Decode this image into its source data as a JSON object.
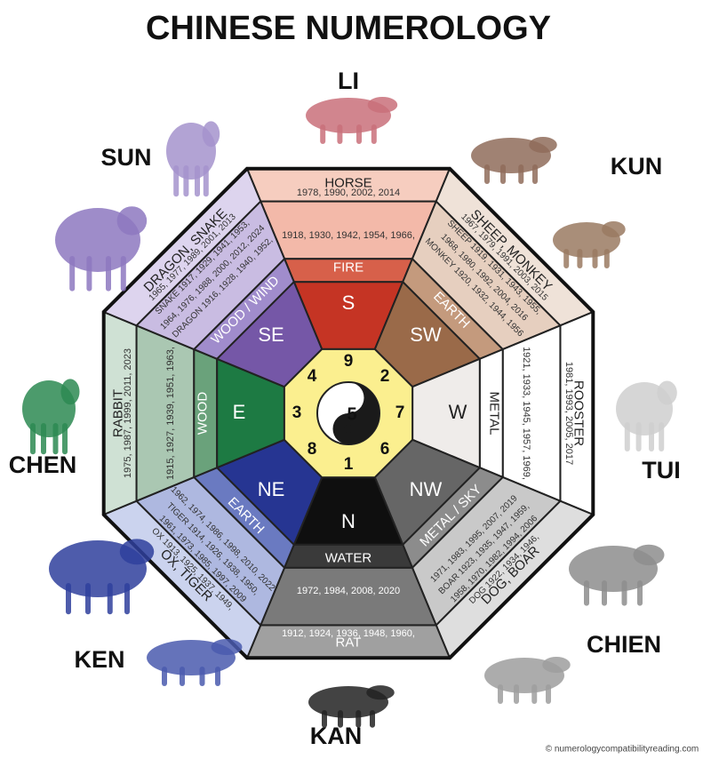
{
  "title": "CHINESE NUMEROLOGY",
  "credit": "© numerologycompatibilityreading.com",
  "trigram_labels": {
    "s": "LI",
    "sw": "KUN",
    "w": "TUI",
    "nw": "CHIEN",
    "n": "KAN",
    "ne": "KEN",
    "e": "CHEN",
    "se": "SUN"
  },
  "sectors": {
    "s": {
      "animal": "HORSE",
      "years": [
        "1918, 1930, 1942, 1954, 1966,",
        "1978, 1990, 2002, 2014"
      ],
      "element": "FIRE",
      "dir": "S"
    },
    "sw": {
      "animal": "SHEEP, MONKEY",
      "years": [
        "MONKEY 1920, 1932, 1944, 1956",
        "1968, 1980, 1992, 2004, 2016",
        "SHEEP 1919, 1931, 1943, 1955,",
        "1967, 1979, 1991, 2003, 2015"
      ],
      "element": "EARTH",
      "dir": "SW"
    },
    "w": {
      "animal": "ROOSTER",
      "years": [
        "1921, 1933, 1945, 1957, 1969,",
        "1981, 1993, 2005, 2017"
      ],
      "element": "METAL",
      "dir": "W"
    },
    "nw": {
      "animal": "DOG, BOAR",
      "years": [
        "DOG 1922, 1934, 1946,",
        "1958, 1970, 1982, 1994, 2006",
        "BOAR 1923, 1935, 1947, 1959,",
        "1971, 1983, 1995, 2007, 2019"
      ],
      "element": "METAL / SKY",
      "dir": "NW"
    },
    "n": {
      "animal": "RAT",
      "years": [
        "1912, 1924, 1936, 1948, 1960,",
        "1972, 1984, 2008, 2020"
      ],
      "element": "WATER",
      "dir": "N"
    },
    "ne": {
      "animal": "OX, TIGER",
      "years": [
        "OX 1913, 1925, 1937, 1949,",
        "1961, 1973, 1985, 1997, 2009",
        "TIGER 1914, 1926, 1938, 1950,",
        "1962, 1974, 1986, 1998, 2010, 2022"
      ],
      "element": "EARTH",
      "dir": "NE"
    },
    "e": {
      "animal": "RABBIT",
      "years": [
        "1915, 1927, 1939, 1951, 1963,",
        "1975, 1987, 1999, 2011, 2023"
      ],
      "element": "WOOD",
      "dir": "E"
    },
    "se": {
      "animal": "DRAGON, SNAKE",
      "years": [
        "DRAGON 1916, 1928, 1940, 1952,",
        "1964, 1976, 1988, 2000, 2012, 2024",
        "SNAKE 1917, 1929, 1941, 1953,",
        "1965, 1977, 1989, 2001, 2013"
      ],
      "element": "WOOD / WIND",
      "dir": "SE"
    }
  },
  "numbers": {
    "s": "9",
    "sw": "2",
    "w": "7",
    "nw": "6",
    "n": "1",
    "ne": "8",
    "e": "3",
    "se": "4",
    "center": "5"
  },
  "colors": {
    "s": "#c73a2a",
    "sw": "#9b6b4a",
    "w": "#f1efed",
    "nw": "#6b6b6b",
    "n": "#111111",
    "ne": "#2a3a8f",
    "e": "#1e7a44",
    "se": "#7558a8",
    "center": "#fbef8f"
  }
}
